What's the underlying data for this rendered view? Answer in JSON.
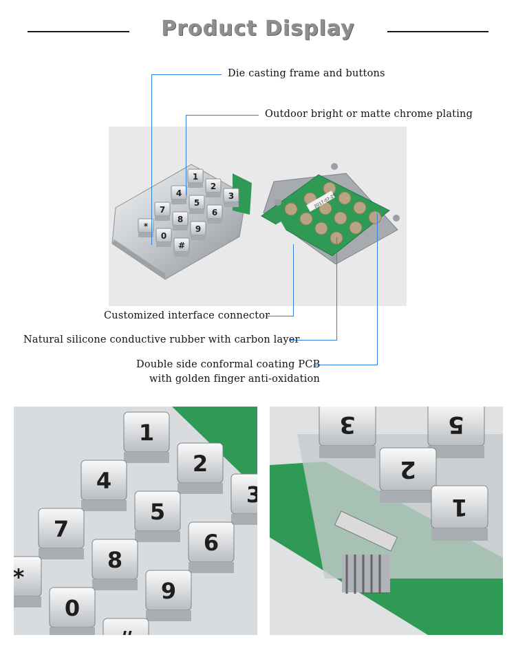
{
  "header": {
    "title": "Product Display"
  },
  "callouts": {
    "top1": "Die casting frame and buttons",
    "top2": "Outdoor bright or matte chrome plating",
    "bottom1": "Customized interface connector",
    "bottom2": "Natural silicone conductive rubber with carbon layer",
    "bottom3_line1": "Double side conformal coating PCB",
    "bottom3_line2": "with golden finger anti-oxidation"
  },
  "colors": {
    "callout_line": "#2f7fe0",
    "pcb_green": "#2f9a55",
    "chrome": "#c9cdd1"
  },
  "keypad_keys": [
    "1",
    "2",
    "3",
    "4",
    "5",
    "6",
    "7",
    "8",
    "9",
    "*",
    "0",
    "#"
  ],
  "pcb_label": "2017-07-25"
}
